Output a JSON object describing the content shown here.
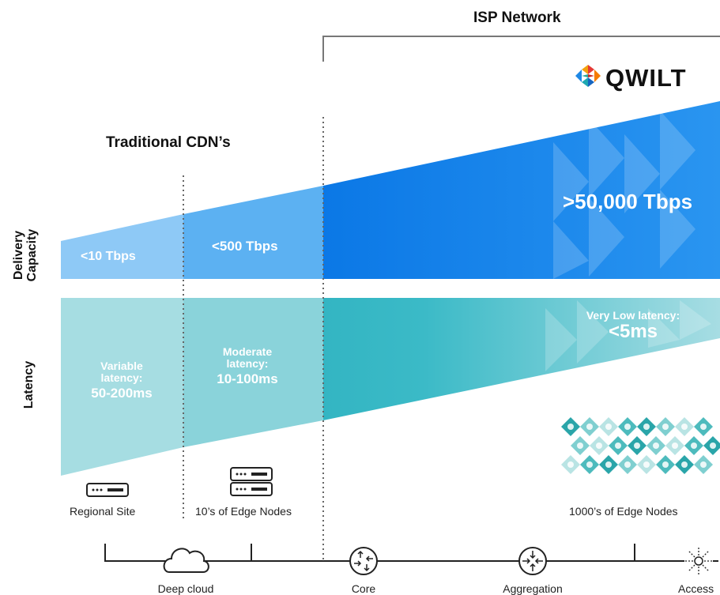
{
  "isp_header": "ISP Network",
  "cdn_header": "Traditional CDN’s",
  "logo_text": "QWILT",
  "side_labels": {
    "capacity_line1": "Delivery",
    "capacity_line2": "Capacity",
    "latency": "Latency"
  },
  "capacity": {
    "regional": "<10 Tbps",
    "edge": "<500 Tbps",
    "qwilt": ">50,000 Tbps"
  },
  "latency": {
    "regional": [
      "Variable",
      "latency:",
      "50-200ms"
    ],
    "edge": [
      "Moderate",
      "latency:",
      "10-100ms"
    ],
    "qwilt": [
      "Very Low latency:",
      "<5ms"
    ]
  },
  "nodes": {
    "regional": "Regional Site",
    "edge": "10’s of Edge Nodes",
    "qwilt": "1000’s of Edge Nodes"
  },
  "axis": {
    "deep_cloud": "Deep cloud",
    "core": "Core",
    "aggregation": "Aggregation",
    "access": "Access"
  },
  "colors": {
    "capacity_light": "#8ec9f6",
    "capacity_mid": "#5cb1f2",
    "capacity_dark": "#1588ee",
    "latency_light": "#a6dde2",
    "latency_mid": "#6ec8d1",
    "latency_dark": "#2cb0be",
    "node_teal": "#2aa5a9"
  }
}
